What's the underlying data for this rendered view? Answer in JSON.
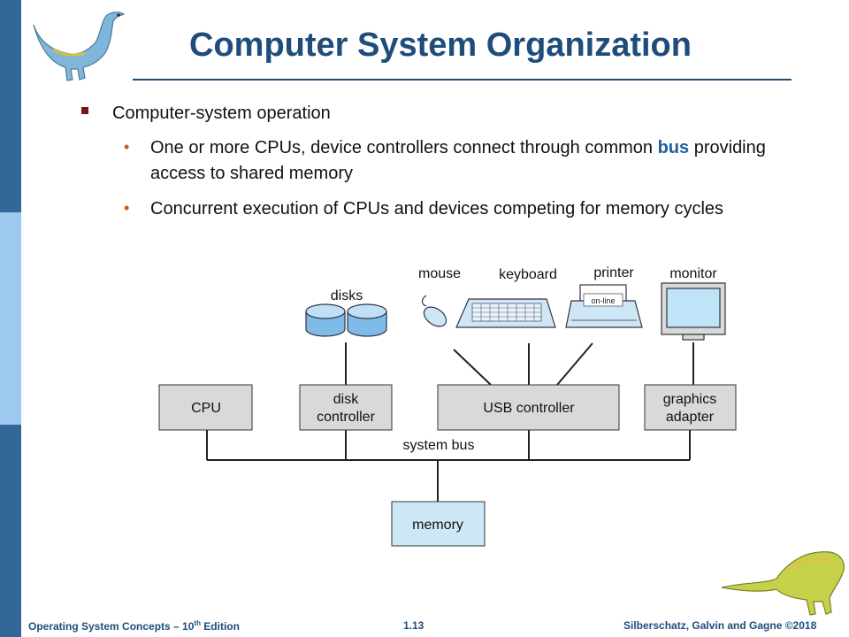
{
  "slide": {
    "title": "Computer System Organization",
    "bullets": {
      "level1": "Computer-system operation",
      "item1_part1": "One or more CPUs, device controllers connect through common",
      "item1_keyword": "bus",
      "item1_part2": " providing access to shared memory",
      "item2": "Concurrent execution of CPUs and devices competing for memory cycles"
    }
  },
  "diagram": {
    "devices": {
      "disks": "disks",
      "mouse": "mouse",
      "keyboard": "keyboard",
      "printer": "printer",
      "printer_panel": "on-line",
      "monitor": "monitor"
    },
    "boxes": {
      "cpu": "CPU",
      "disk_controller_l1": "disk",
      "disk_controller_l2": "controller",
      "usb_controller": "USB controller",
      "graphics_l1": "graphics",
      "graphics_l2": "adapter",
      "memory": "memory"
    },
    "bus_label": "system bus"
  },
  "footer": {
    "left_prefix": "Operating System Concepts – 10",
    "left_sup": "th",
    "left_suffix": " Edition",
    "page": "1.13",
    "right": "Silberschatz, Galvin and Gagne ©2018"
  },
  "colors": {
    "title": "#1e4d7b",
    "sidebar_dark": "#336699",
    "sidebar_light": "#9ec9ef",
    "box_gray": "#d9d9d9",
    "memory_blue": "#cce8f7",
    "keyword": "#1e5fa0"
  },
  "icons": [
    "dinosaur-logo-top",
    "dinosaur-logo-bottom",
    "disk-icon",
    "mouse-icon",
    "keyboard-icon",
    "printer-icon",
    "monitor-icon"
  ]
}
